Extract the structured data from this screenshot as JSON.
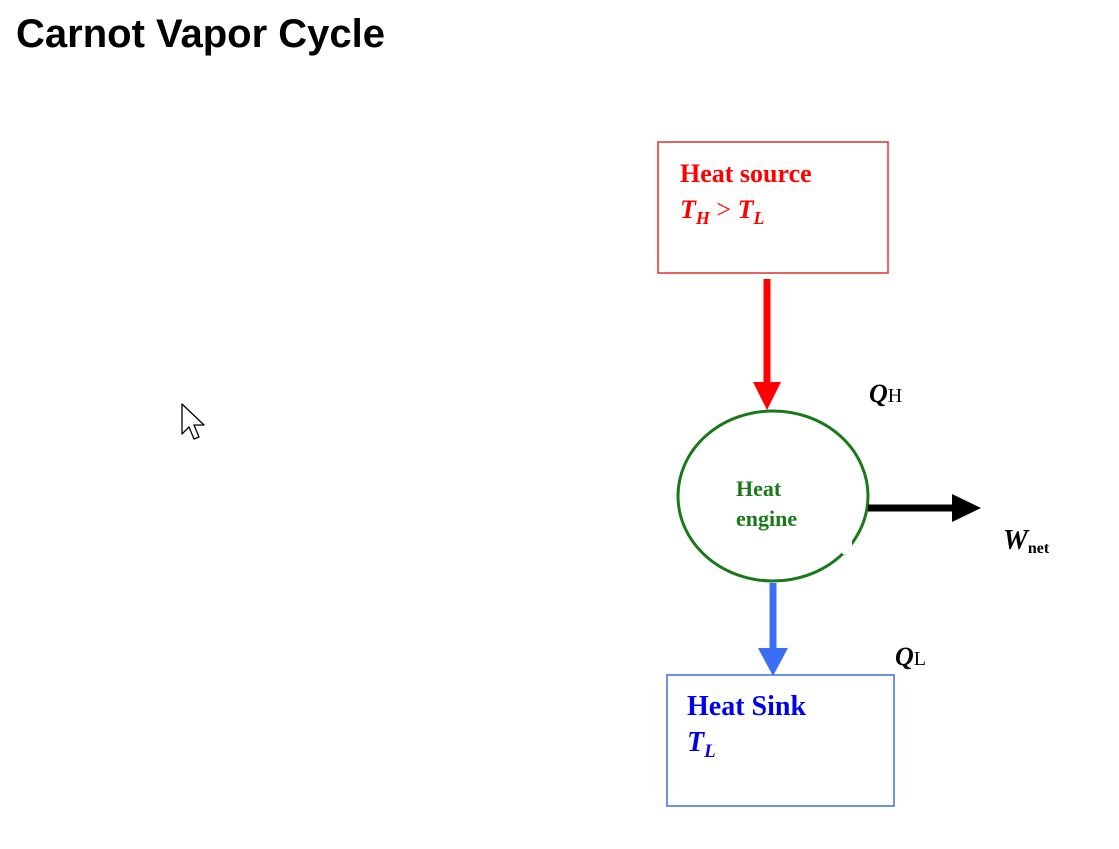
{
  "slide": {
    "title": "Carnot Vapor Cycle"
  },
  "diagram": {
    "heat_source": {
      "label": "Heat source",
      "temp_T": "T",
      "temp_H_sub": "H",
      "temp_relation": " > ",
      "temp_T2": "T",
      "temp_L_sub": "L"
    },
    "heat_engine": {
      "line1": "Heat",
      "line2": "engine"
    },
    "heat_sink": {
      "label": "Heat Sink",
      "temp_T": "T",
      "temp_L_sub": "L"
    },
    "q_high": {
      "symbol": "Q",
      "sub": "H"
    },
    "q_low": {
      "symbol": "Q",
      "sub": "L"
    },
    "w_net": {
      "symbol": "W",
      "sub": "net"
    }
  },
  "colors": {
    "heat_source": "#ff0000",
    "heat_source_box": "#e03030",
    "heat_engine": "#1a7a1a",
    "heat_sink_text": "#0000ee",
    "heat_sink_box": "#3a6fe0",
    "sink_arrow": "#3a6ef5",
    "work_arrow": "#000000"
  },
  "icons": {
    "cursor": "mouse-pointer-icon"
  }
}
